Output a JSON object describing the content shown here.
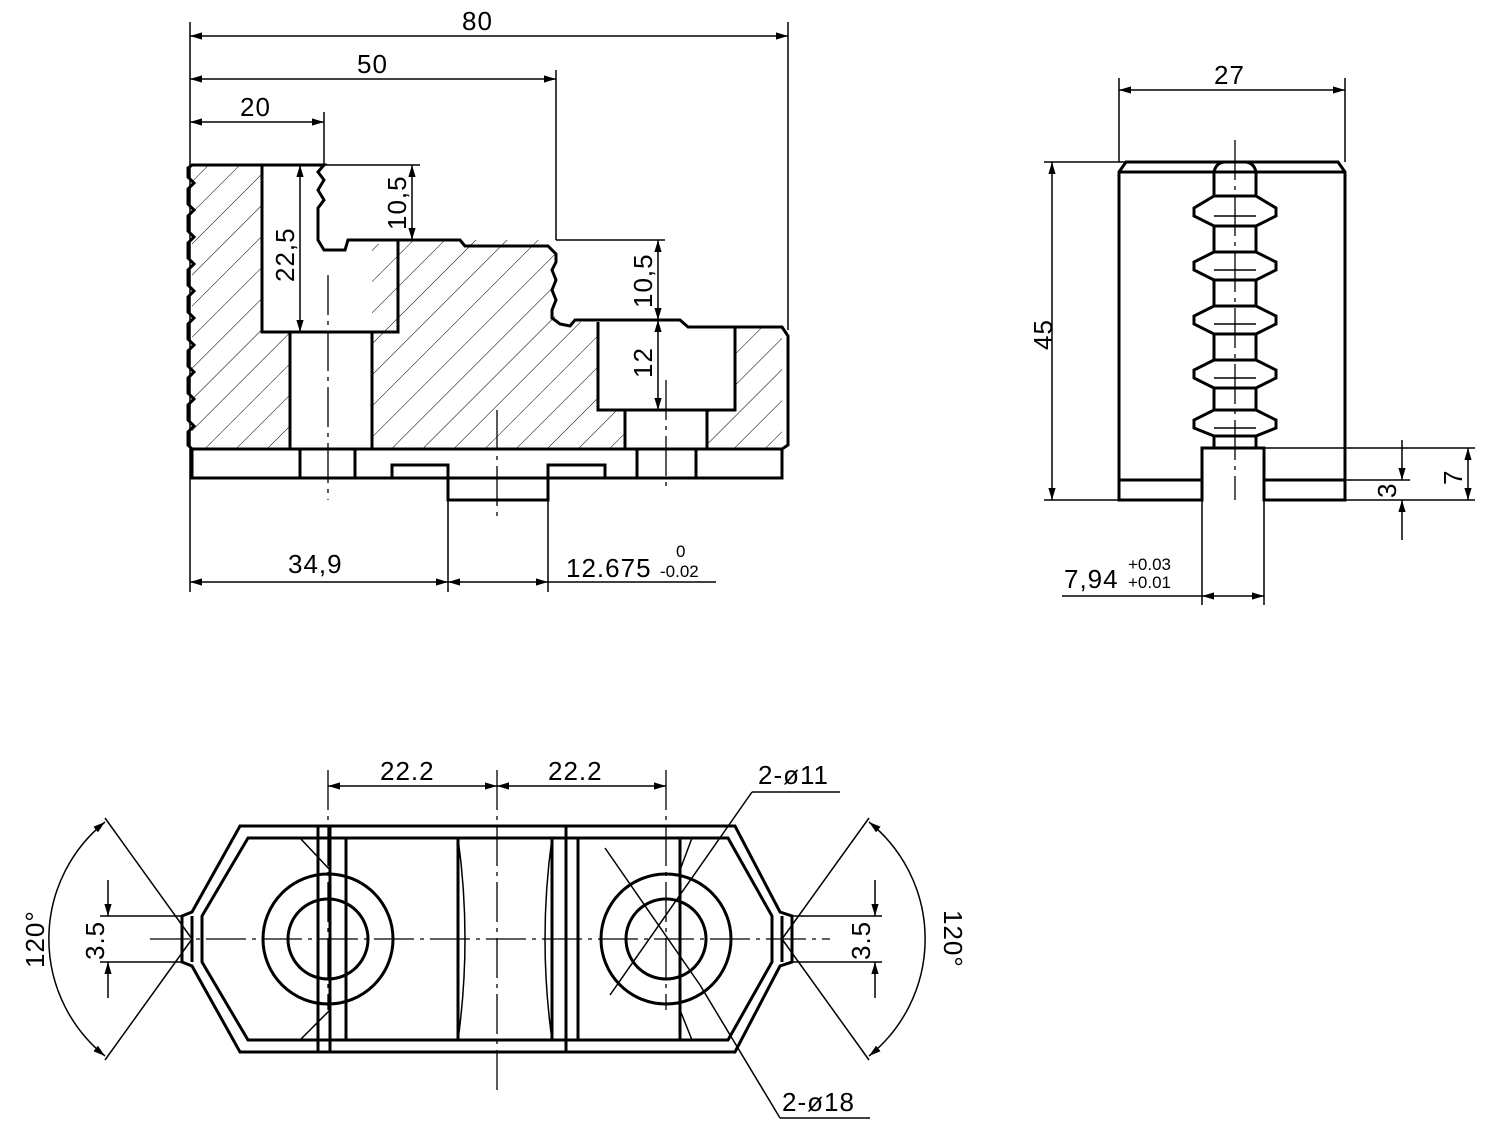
{
  "side_view": {
    "dims": {
      "overall_length": "80",
      "step_length": "50",
      "first_step": "20",
      "left_height": "22,5",
      "top_step_height": "10,5",
      "mid_step_height": "10,5",
      "right_height": "12",
      "key_offset": "34,9",
      "key_width": "12.675",
      "key_width_tol_upper": "0",
      "key_width_tol_lower": "-0.02"
    }
  },
  "end_view": {
    "dims": {
      "width": "27",
      "height": "45",
      "slot_small": "3",
      "slot_height": "7",
      "slot_width": "7,94",
      "slot_tol_upper": "+0.03",
      "slot_tol_lower": "+0.01"
    }
  },
  "top_view": {
    "dims": {
      "hole_spacing_left": "22.2",
      "hole_spacing_right": "22.2",
      "hole_small": "2-ø11",
      "hole_large": "2-ø18",
      "angle_left": "120°",
      "angle_right": "120°",
      "flat_left": "3.5",
      "flat_right": "3.5"
    }
  }
}
